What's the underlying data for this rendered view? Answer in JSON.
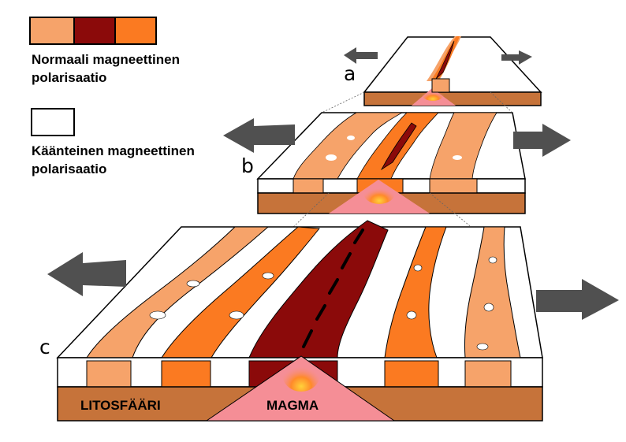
{
  "legend": {
    "normal": {
      "line1": "Normaali magneettinen",
      "line2": "polarisaatio"
    },
    "reverse": {
      "line1": "Käänteinen magneettinen",
      "line2": "polarisaatio"
    }
  },
  "stages": {
    "a": "a",
    "b": "b",
    "c": "c"
  },
  "layers": {
    "lithosphere": "LITOSFÄÄRI",
    "magma": "MAGMA"
  },
  "colors": {
    "light_orange": "#f6a36a",
    "dark_red": "#8b0a0a",
    "orange": "#fb7a21",
    "crust_brown": "#c6733a",
    "magma_pink": "#f58e96",
    "arrow_gray": "#505050",
    "white": "#ffffff"
  },
  "icons": [
    "arrow-left-icon",
    "arrow-right-icon"
  ]
}
